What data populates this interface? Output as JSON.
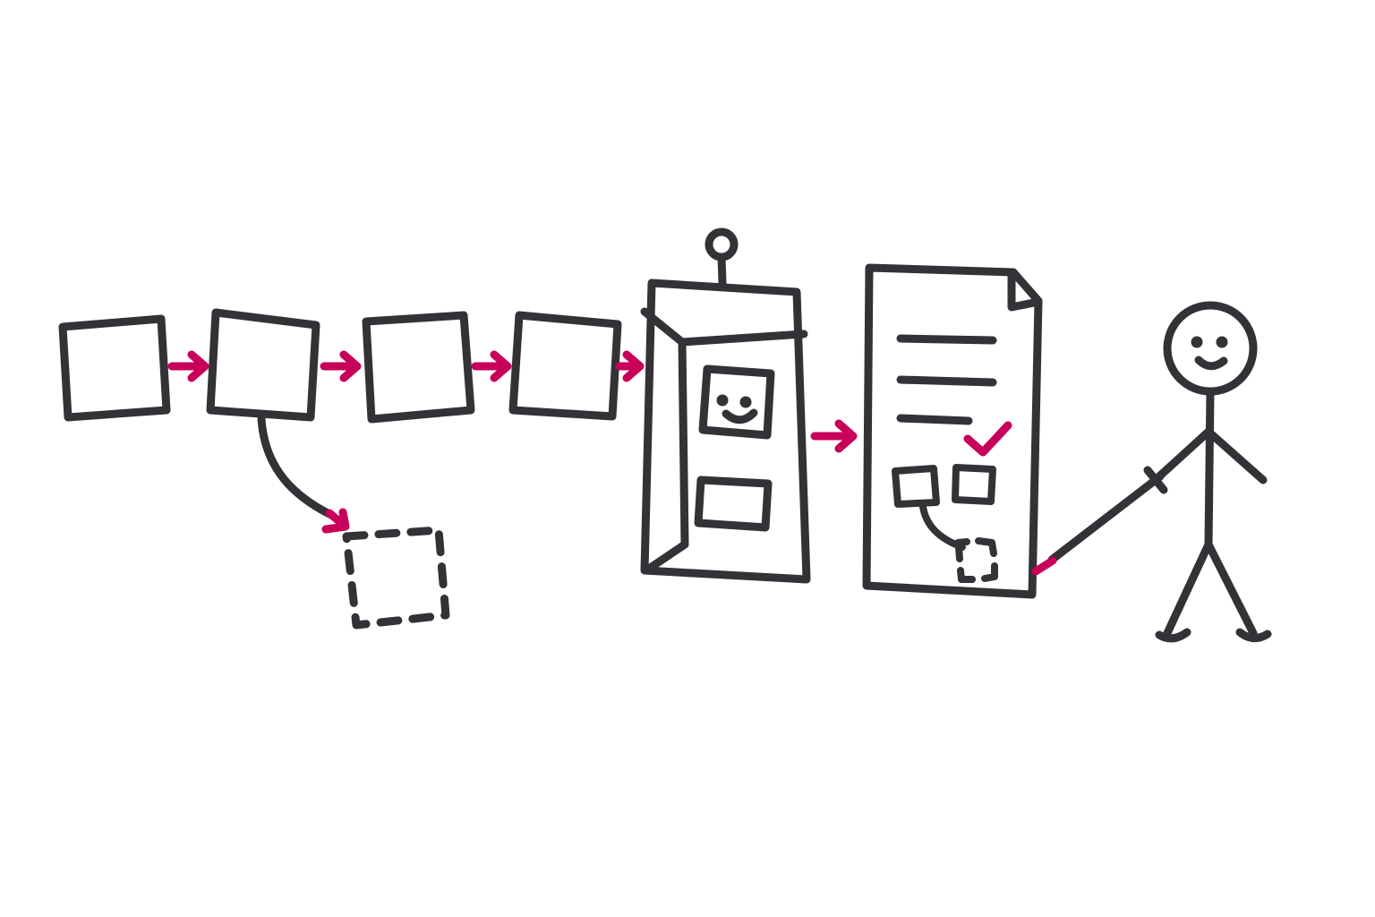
{
  "colors": {
    "ink": "#333236",
    "accent": "#c8005a",
    "background": "#ffffff"
  },
  "diagram": {
    "pipeline_steps": [
      {
        "kind": "step-box"
      },
      {
        "kind": "step-box",
        "branches_to": "discarded-step"
      },
      {
        "kind": "step-box"
      },
      {
        "kind": "step-box"
      }
    ],
    "discarded_step": {
      "kind": "dashed-box"
    },
    "machine": {
      "kind": "robot-cabinet",
      "face": "smiley"
    },
    "document": {
      "kind": "report",
      "text_lines": 3,
      "checked": true,
      "contains_mini_flow": true
    },
    "person": {
      "kind": "stick-figure",
      "face": "smiley",
      "holds": "pointer"
    }
  }
}
